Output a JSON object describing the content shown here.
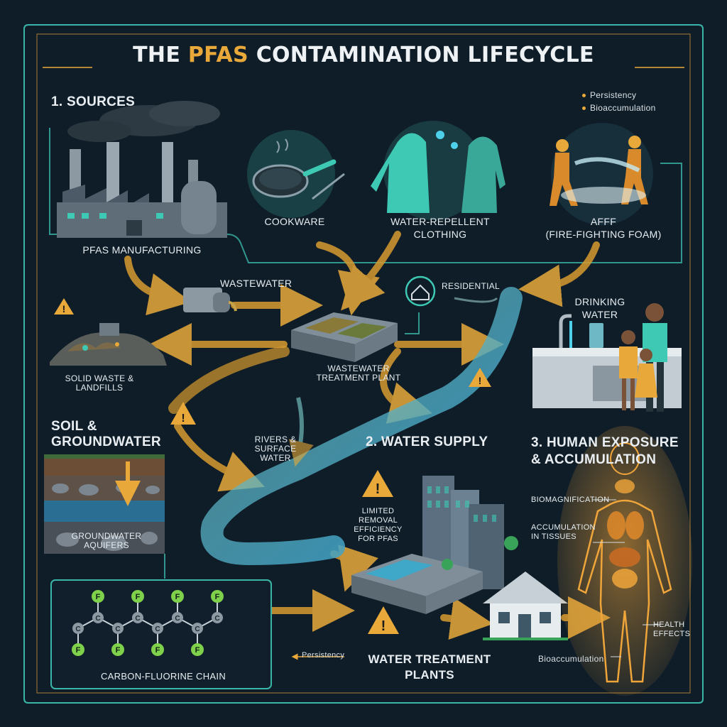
{
  "title": {
    "prefix": "THE",
    "highlight": "PFAS",
    "rest": "CONTAMINATION LIFECYCLE"
  },
  "sections": {
    "sources": "1. SOURCES",
    "water_supply": "2. WATER SUPPLY",
    "human_exposure_line1": "3. HUMAN EXPOSURE",
    "human_exposure_line2": "& ACCUMULATION",
    "soil_line1": "SOIL &",
    "soil_line2": "GROUNDWATER"
  },
  "legend": {
    "item1": "Persistency",
    "item2": "Bioaccumulation"
  },
  "labels": {
    "manufacturing": "PFAS MANUFACTURING",
    "cookware": "COOKWARE",
    "clothing_line1": "WATER-REPELLENT",
    "clothing_line2": "CLOTHING",
    "afff_line1": "AFFF",
    "afff_line2": "(FIRE-FIGHTING FOAM)",
    "wastewater": "WASTEWATER",
    "residential": "RESIDENTIAL",
    "drinking_line1": "DRINKING",
    "drinking_line2": "WATER",
    "landfill_line1": "SOLID WASTE &",
    "landfill_line2": "LANDFILLS",
    "wwtp_line1": "WASTEWATER",
    "wwtp_line2": "TREATMENT PLANT",
    "rivers_line1": "RIVERS &",
    "rivers_line2": "SURFACE",
    "rivers_line3": "WATER",
    "limited_line1": "LIMITED",
    "limited_line2": "REMOVAL",
    "limited_line3": "EFFICIENCY",
    "limited_line4": "FOR PFAS",
    "aquifer_line1": "GROUNDWATER",
    "aquifer_line2": "AQUIFERS",
    "biomagnification": "BIOMAGNIFICATION",
    "accumulation_line1": "ACCUMULATION",
    "accumulation_line2": "IN TISSUES",
    "health_line1": "HEALTH",
    "health_line2": "EFFECTS",
    "bioaccumulation": "Bioaccumulation",
    "persistency": "Persistency",
    "carbon_chain": "CARBON-FLUORINE CHAIN",
    "wtp_line1": "WATER TREATMENT",
    "wtp_line2": "PLANTS"
  },
  "molecule": {
    "carbon": "C",
    "fluorine": "F",
    "carbon_count": 8
  },
  "colors": {
    "accent": "#e8a93a",
    "teal": "#3ec9b4",
    "water": "#3fa8c8",
    "background": "#0f1d28",
    "warning": "#e8a93a"
  }
}
